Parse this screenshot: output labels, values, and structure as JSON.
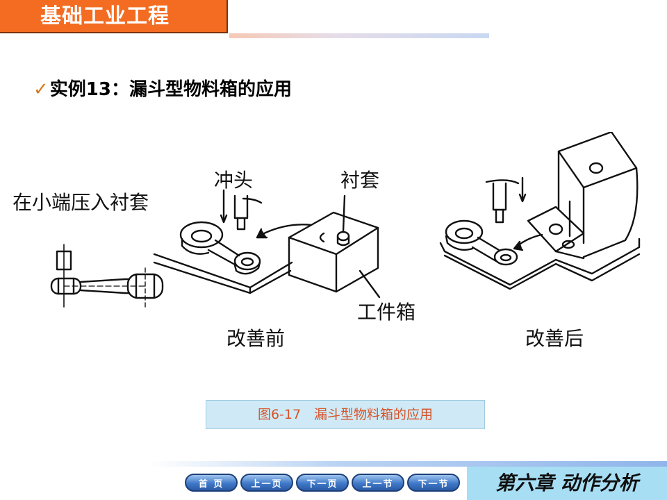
{
  "header": {
    "title": "基础工业工程"
  },
  "section": {
    "check": "✓",
    "title": "实例13：漏斗型物料箱的应用"
  },
  "figure": {
    "labels": {
      "press_small_end": "在小端压入衬套",
      "punch": "冲头",
      "bushing": "衬套",
      "workpiece_box": "工件箱",
      "before": "改善前",
      "after": "改善后"
    },
    "caption": "图6-17　漏斗型物料箱的应用"
  },
  "nav": {
    "buttons": [
      "首 页",
      "上一页",
      "下一页",
      "上一节",
      "下一节"
    ]
  },
  "footer": {
    "chapter": "第六章 动作分析"
  },
  "colors": {
    "accent": "#f36c21",
    "caption_bg": "#cfeaf6",
    "caption_text": "#d7542a",
    "chapter_bg": "#a8def4"
  }
}
